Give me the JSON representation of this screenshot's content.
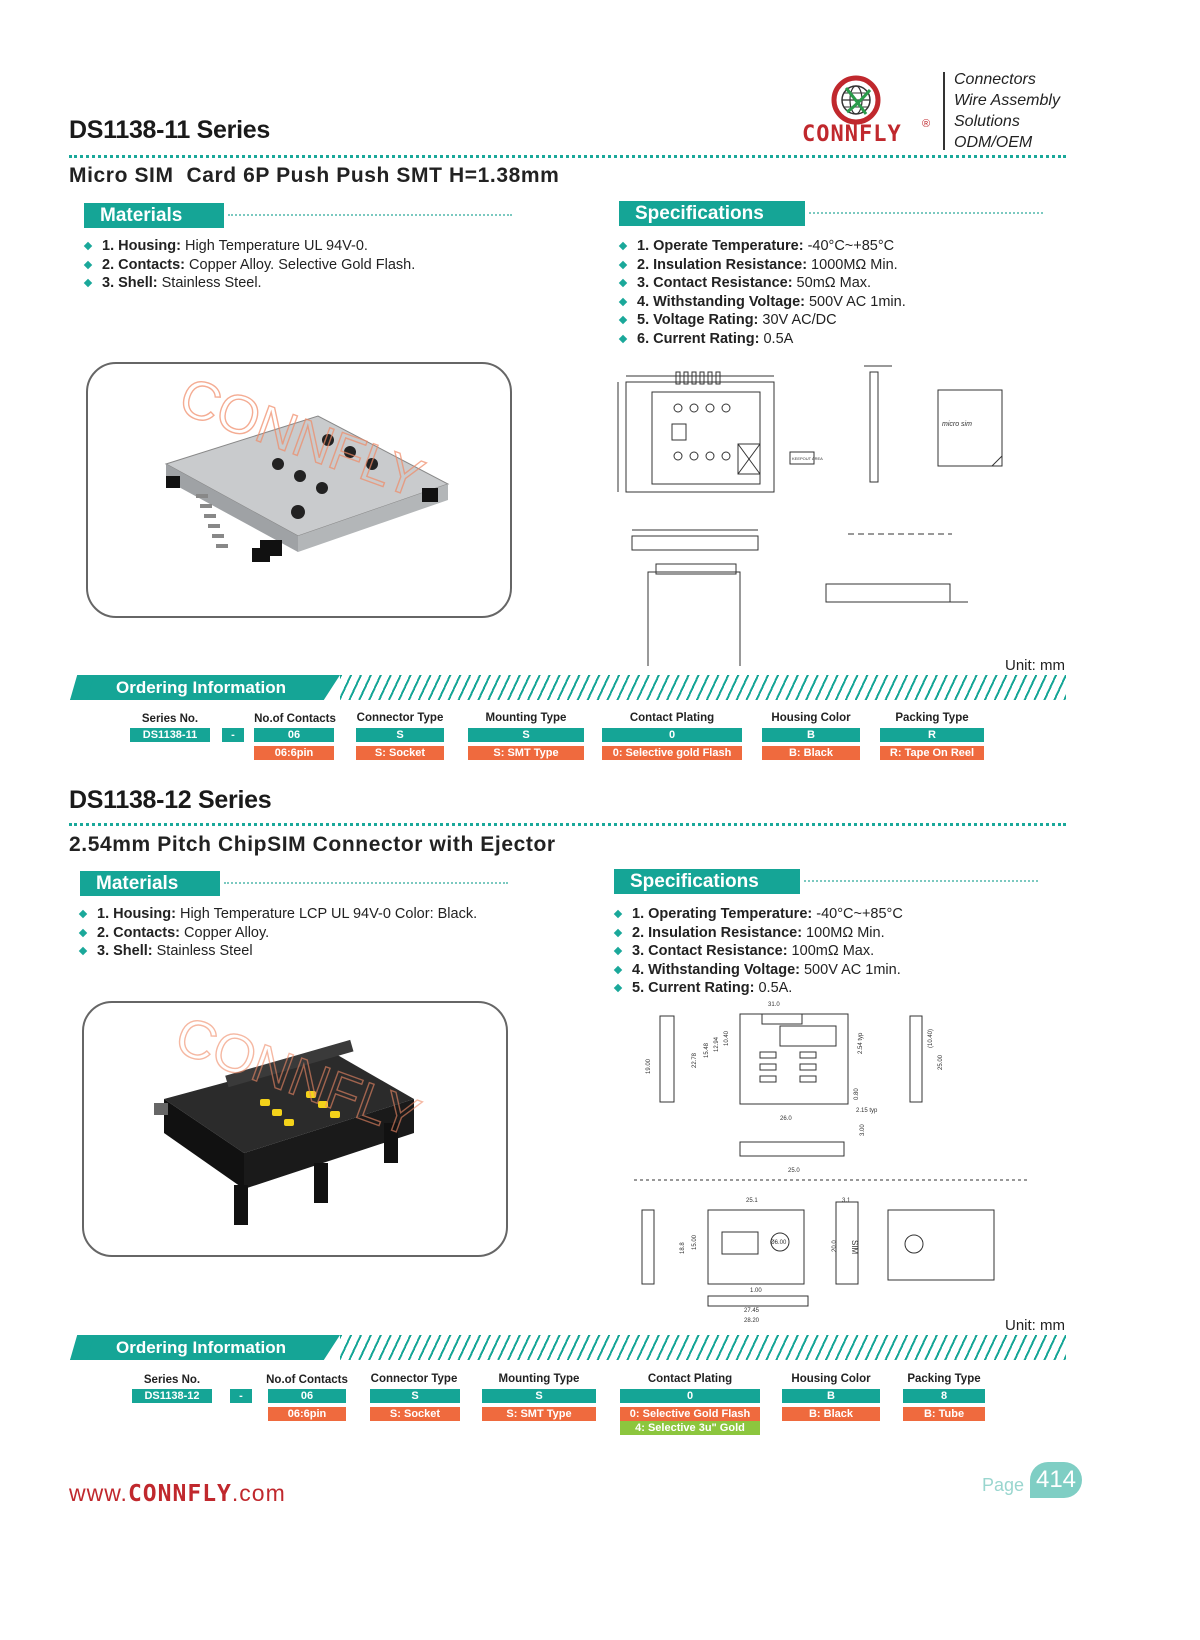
{
  "brand": {
    "logo_text": "CONNFLY",
    "registered": "®",
    "taglines": [
      "Connectors",
      "Wire Assembly",
      "Solutions",
      "ODM/OEM"
    ],
    "accent_color": "#15a596",
    "red_color": "#c0282d"
  },
  "section1": {
    "series_title": "DS1138-11 Series",
    "subtitle": "Micro SIM  Card 6P Push Push SMT H=1.38mm",
    "materials_label": "Materials",
    "specifications_label": "Specifications",
    "materials": [
      {
        "key": "1. Housing:",
        "value": " High Temperature UL 94V-0."
      },
      {
        "key": "2. Contacts:",
        "value": " Copper Alloy. Selective Gold Flash."
      },
      {
        "key": "3. Shell:",
        "value": " Stainless Steel."
      }
    ],
    "specifications": [
      {
        "key": "1. Operate Temperature:",
        "value": " -40°C~+85°C"
      },
      {
        "key": "2. Insulation Resistance:",
        "value": " 1000MΩ Min."
      },
      {
        "key": "3. Contact Resistance:",
        "value": " 50mΩ Max."
      },
      {
        "key": "4. Withstanding Voltage:",
        "value": " 500V AC 1min."
      },
      {
        "key": "5. Voltage Rating:",
        "value": " 30V AC/DC"
      },
      {
        "key": "6. Current Rating:",
        "value": " 0.5A"
      }
    ],
    "unit": "Unit: mm",
    "ordering_label": "Ordering Information",
    "ordering": {
      "series": {
        "label": "Series No.",
        "code": "DS1138-11"
      },
      "dash": "-",
      "columns": [
        {
          "label": "No.of Contacts",
          "code": "06",
          "desc": [
            "06:6pin"
          ]
        },
        {
          "label": "Connector Type",
          "code": "S",
          "desc": [
            "S: Socket"
          ]
        },
        {
          "label": "Mounting Type",
          "code": "S",
          "desc": [
            "S: SMT Type"
          ]
        },
        {
          "label": "Contact Plating",
          "code": "0",
          "desc": [
            "0: Selective gold Flash"
          ]
        },
        {
          "label": "Housing Color",
          "code": "B",
          "desc": [
            "B: Black"
          ]
        },
        {
          "label": "Packing Type",
          "code": "R",
          "desc": [
            "R: Tape On Reel"
          ]
        }
      ]
    },
    "drawing_text": {
      "micro_sim": "micro sim",
      "keepout": "KEEPOUT AREA"
    }
  },
  "section2": {
    "series_title": "DS1138-12 Series",
    "subtitle": "2.54mm Pitch ChipSIM Connector with Ejector",
    "materials_label": "Materials",
    "specifications_label": "Specifications",
    "materials": [
      {
        "key": "1. Housing:",
        "value": " High Temperature LCP UL 94V-0 Color: Black."
      },
      {
        "key": "2. Contacts:",
        "value": " Copper Alloy."
      },
      {
        "key": "3. Shell:",
        "value": " Stainless Steel"
      }
    ],
    "specifications": [
      {
        "key": "1. Operating Temperature:",
        "value": " -40°C~+85°C"
      },
      {
        "key": "2. Insulation Resistance:",
        "value": " 100MΩ Min."
      },
      {
        "key": "3. Contact Resistance:",
        "value": " 100mΩ Max."
      },
      {
        "key": "4. Withstanding Voltage:",
        "value": " 500V AC 1min."
      },
      {
        "key": "5. Current Rating:",
        "value": " 0.5A."
      }
    ],
    "unit": "Unit: mm",
    "ordering_label": "Ordering Information",
    "ordering": {
      "series": {
        "label": "Series No.",
        "code": "DS1138-12"
      },
      "dash": "-",
      "columns": [
        {
          "label": "No.of Contacts",
          "code": "06",
          "desc": [
            "06:6pin"
          ]
        },
        {
          "label": "Connector Type",
          "code": "S",
          "desc": [
            "S: Socket"
          ]
        },
        {
          "label": "Mounting Type",
          "code": "S",
          "desc": [
            "S: SMT Type"
          ]
        },
        {
          "label": "Contact Plating",
          "code": "0",
          "desc": [
            "0: Selective Gold Flash",
            "4: Selective 3u\" Gold"
          ]
        },
        {
          "label": "Housing Color",
          "code": "B",
          "desc": [
            "B: Black"
          ]
        },
        {
          "label": "Packing Type",
          "code": "8",
          "desc": [
            "B: Tube"
          ]
        }
      ]
    },
    "dims": {
      "d1": "31.0",
      "d2": "2.54 typ",
      "d3": "19.00",
      "d4": "22.78",
      "d5": "15.48",
      "d6": "12.94",
      "d7": "10.40",
      "d8": "0.80",
      "d9": "2.15 typ",
      "d10": "26.0",
      "d11": "3.00",
      "d12": "25.0",
      "d13": "(10.40)",
      "d14": "25.00",
      "d15": "25.1",
      "d16": "3.1",
      "d17": "18.8",
      "d18": "15.00",
      "d19": "Ø6.00",
      "d20": "20.0",
      "d21": "1.00",
      "d22": "27.45",
      "d23": "28.20",
      "sim": "SIM"
    }
  },
  "footer": {
    "website_prefix": "www.",
    "website_brand": "CONNFLY",
    "website_suffix": ".com",
    "page_label": "Page",
    "page_number": "414"
  }
}
